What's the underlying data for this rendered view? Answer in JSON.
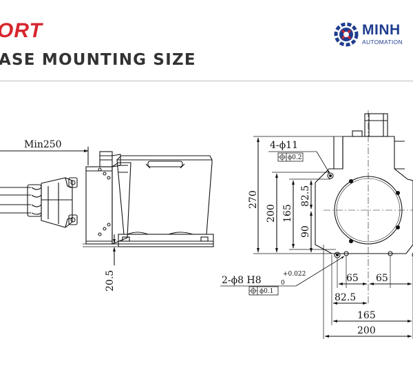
{
  "header": {
    "title_accent": "ORT",
    "title_main": "ASE MOUNTING SIZE"
  },
  "logo": {
    "name": "MINH",
    "subtitle": "AUTOMATION",
    "colors": {
      "primary": "#1f3d8f",
      "accent": "#d7262e"
    }
  },
  "side_view": {
    "min_length_label": "Min250",
    "height_label": "20.5"
  },
  "base_view": {
    "holes_label": "4-ϕ11",
    "holes_tolerance": "ϕ0.2",
    "pins_label": "2-ϕ8 H8",
    "pins_tol_upper": "+0.022",
    "pins_tol_lower": "0",
    "pins_tolerance": "ϕ0.1",
    "dim_270": "270",
    "dim_200_v": "200",
    "dim_165_v": "165",
    "dim_82_5_v": "82.5",
    "dim_90": "90",
    "dim_65_left": "65",
    "dim_65_right": "65",
    "dim_82_5_h": "82.5",
    "dim_165_h": "165",
    "dim_200_h": "200"
  },
  "colors": {
    "accent_red": "#d7262e",
    "heading": "#333333",
    "line": "#111111"
  }
}
